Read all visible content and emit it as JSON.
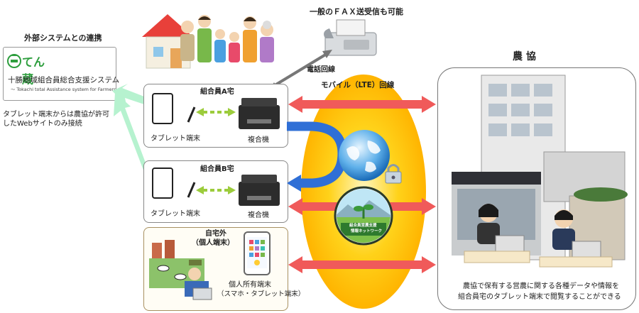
{
  "external": {
    "heading": "外部システムとの連携",
    "logo_text": "てん蔵",
    "system_name": "十勝地域組合員総合支援システム",
    "system_sub": "〜 Tokachi total Assistance system for Farmers 〜",
    "note_line1": "タブレット端末からは農協が許可",
    "note_line2": "したWebサイトのみ接続"
  },
  "fax": {
    "label": "一般のＦＡＸ送受信も可能",
    "phone_line": "電話回線"
  },
  "member_a": {
    "title": "組合員A宅",
    "tablet": "タブレット端末",
    "mfp": "複合機"
  },
  "member_b": {
    "title": "組合員B宅",
    "tablet": "タブレット端末",
    "mfp": "複合機"
  },
  "outside": {
    "title_line1": "自宅外",
    "title_line2": "（個人端末）",
    "device_line1": "個人所有端末",
    "device_line2": "（スマホ・タブレット端末）"
  },
  "network": {
    "mobile_label": "モバイル（LTE）回線",
    "badge_line1": "組合員営農支援",
    "badge_line2": "情報ネットワーク"
  },
  "ja": {
    "title": "農 協",
    "desc_line1": "農協で保有する営農に関する各種データや情報を",
    "desc_line2": "組合員宅のタブレット端末で閲覧することができる"
  },
  "colors": {
    "arrow_red": "#f05a5a",
    "arrow_blue": "#2f6fd6",
    "arrow_green": "#b6f2cf",
    "glow_yellow": "#ffcc00",
    "dash_green": "#9ccc3c",
    "logo_green": "#2e9e3e"
  }
}
